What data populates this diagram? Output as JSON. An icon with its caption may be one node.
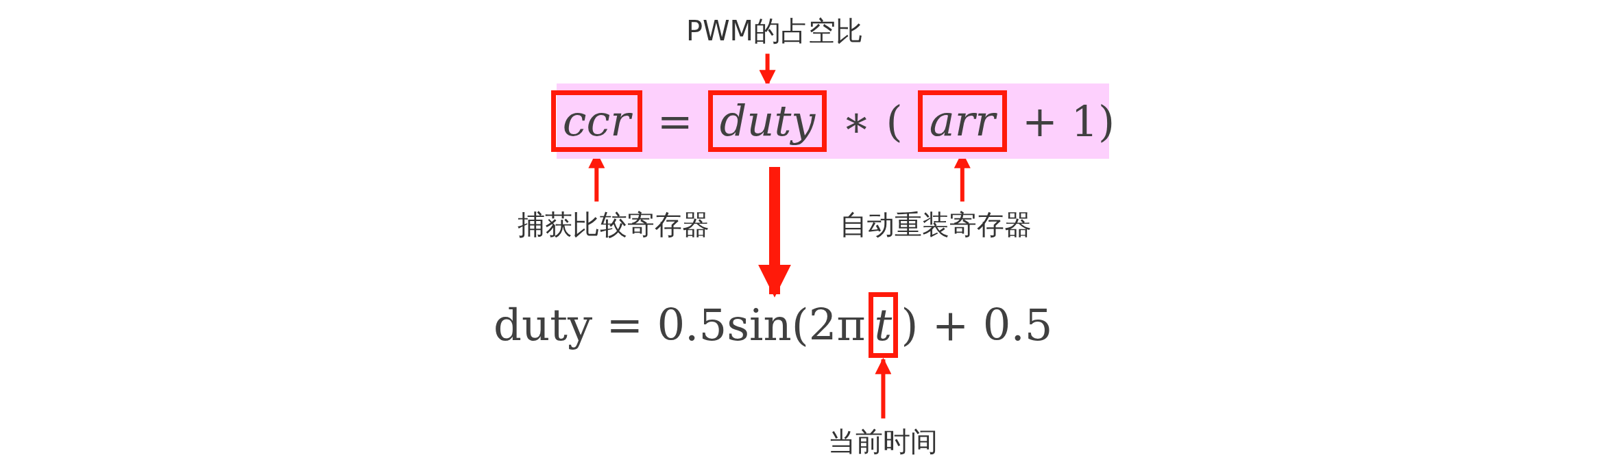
{
  "diagram": {
    "nodes": [
      {
        "text": [
          "PWM的占空比"
        ]
      },
      {
        "text": [
          "=",
          "∗",
          "(",
          "+ 1)"
        ]
      },
      {
        "text": [
          "ccr"
        ],
        "in": 1
      },
      {
        "text": [
          "duty"
        ],
        "in": 1
      },
      {
        "text": [
          "arr"
        ],
        "in": 1
      },
      {
        "text": [
          "捕获比较寄存器"
        ]
      },
      {
        "text": [
          "自动重装寄存器"
        ]
      },
      {
        "text": [
          "duty = 0.5sin(2π",
          ") + 0.5"
        ]
      },
      {
        "text": [
          "t"
        ]
      },
      {
        "text": [
          "当前时间"
        ]
      }
    ],
    "edges": [
      {
        "from": 0,
        "to": 3,
        "arrow": "to"
      },
      {
        "from": 5,
        "to": 2,
        "arrow": "to"
      },
      {
        "from": 6,
        "to": 4,
        "arrow": "to"
      },
      {
        "from": 1,
        "to": 7,
        "arrow": "to",
        "style": "thick"
      },
      {
        "from": 9,
        "to": 8,
        "arrow": "to"
      }
    ]
  }
}
